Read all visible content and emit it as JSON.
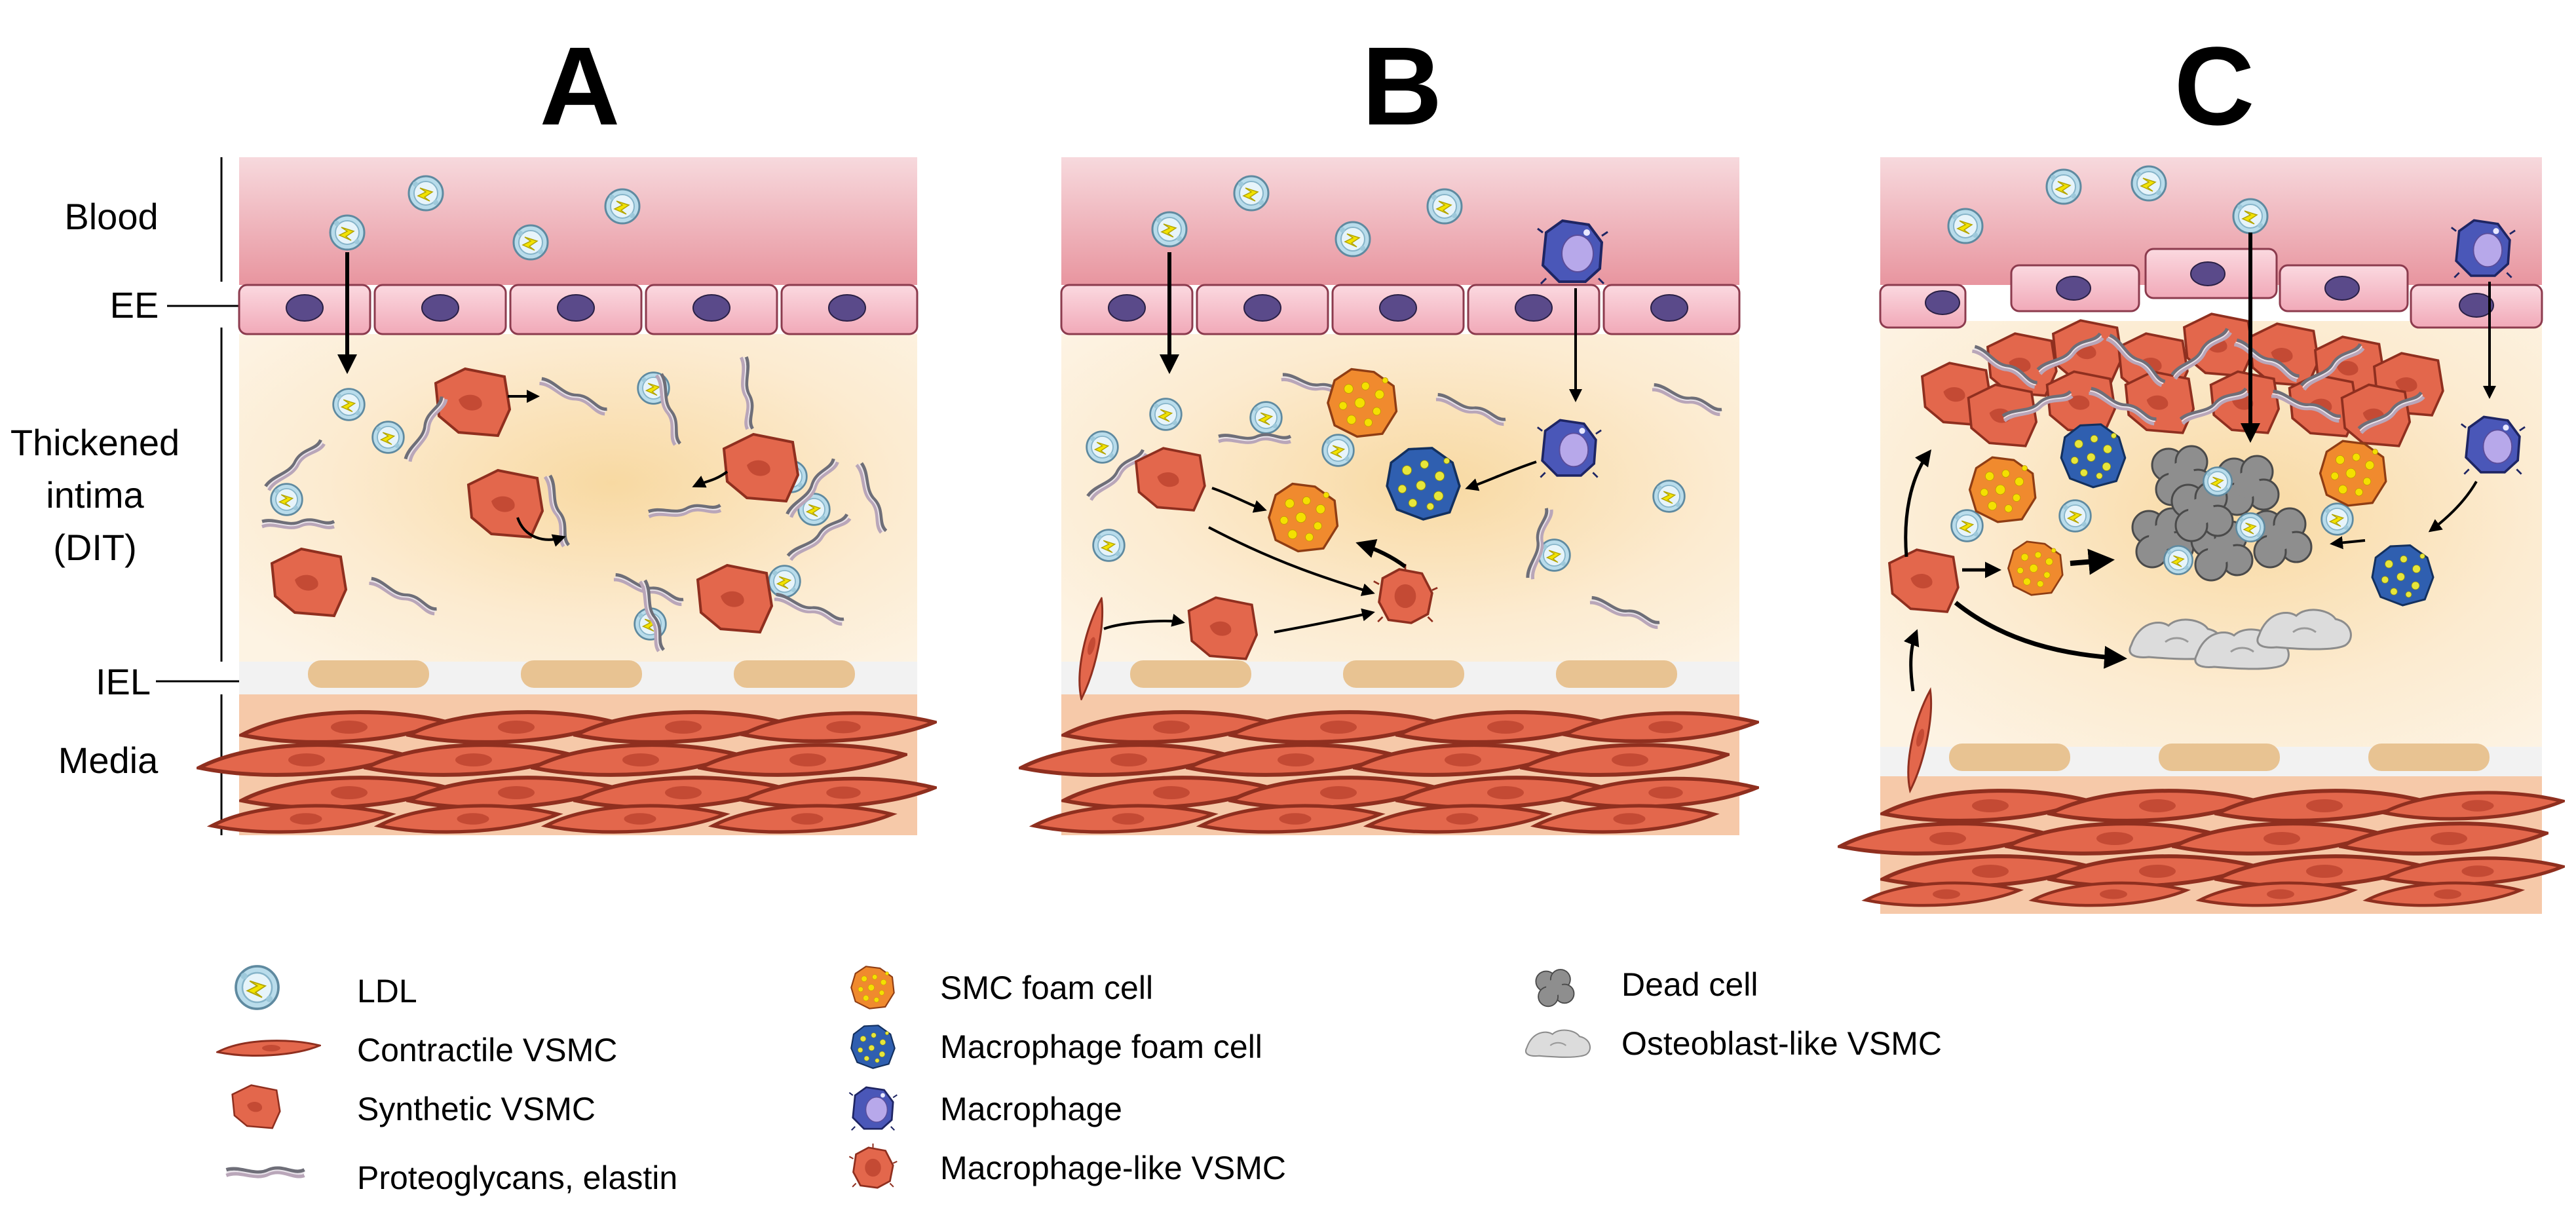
{
  "panels": [
    {
      "letter": "A"
    },
    {
      "letter": "B"
    },
    {
      "letter": "C"
    }
  ],
  "layer_labels": {
    "blood": "Blood",
    "ee": "EE",
    "intima_line1": "Thickened",
    "intima_line2": "intima",
    "intima_line3": "(DIT)",
    "iel": "IEL",
    "media": "Media"
  },
  "legend": {
    "ldl": "LDL",
    "contractile_vsmc": "Contractile VSMC",
    "synthetic_vsmc": "Synthetic VSMC",
    "proteoglycans": "Proteoglycans, elastin",
    "smc_foam_cell": "SMC foam cell",
    "macrophage_foam_cell": "Macrophage foam cell",
    "macrophage": "Macrophage",
    "macrophage_like_vsmc": "Macrophage-like VSMC",
    "dead_cell": "Dead cell",
    "osteoblast_like_vsmc": "Osteoblast-like VSMC"
  },
  "colors": {
    "blood_top": "#f6d3d8",
    "blood_bottom": "#e9a0a8",
    "endothelium": "#f8c9d2",
    "nucleus": "#5a4a8a",
    "intima": "#fbe8cc",
    "iel_band": "#f2f2f2",
    "iel_pad": "#e8c392",
    "muscle": "#e4684e",
    "muscle_dark": "#a8402c",
    "smc_foam": "#f08a2e",
    "mac_foam": "#2f5fb0",
    "macrophage": "#6a70c8",
    "dead": "#8d8d8d",
    "osteo": "#d9d9d9",
    "ldl_ring": "#8fc7e0",
    "ldl_core": "#f1e400"
  },
  "icons": [
    "ldl-icon",
    "contractile-vsmc-icon",
    "synthetic-vsmc-icon",
    "proteoglycan-icon",
    "smc-foam-cell-icon",
    "macrophage-foam-cell-icon",
    "macrophage-icon",
    "macrophage-like-vsmc-icon",
    "dead-cell-icon",
    "osteoblast-like-vsmc-icon"
  ]
}
